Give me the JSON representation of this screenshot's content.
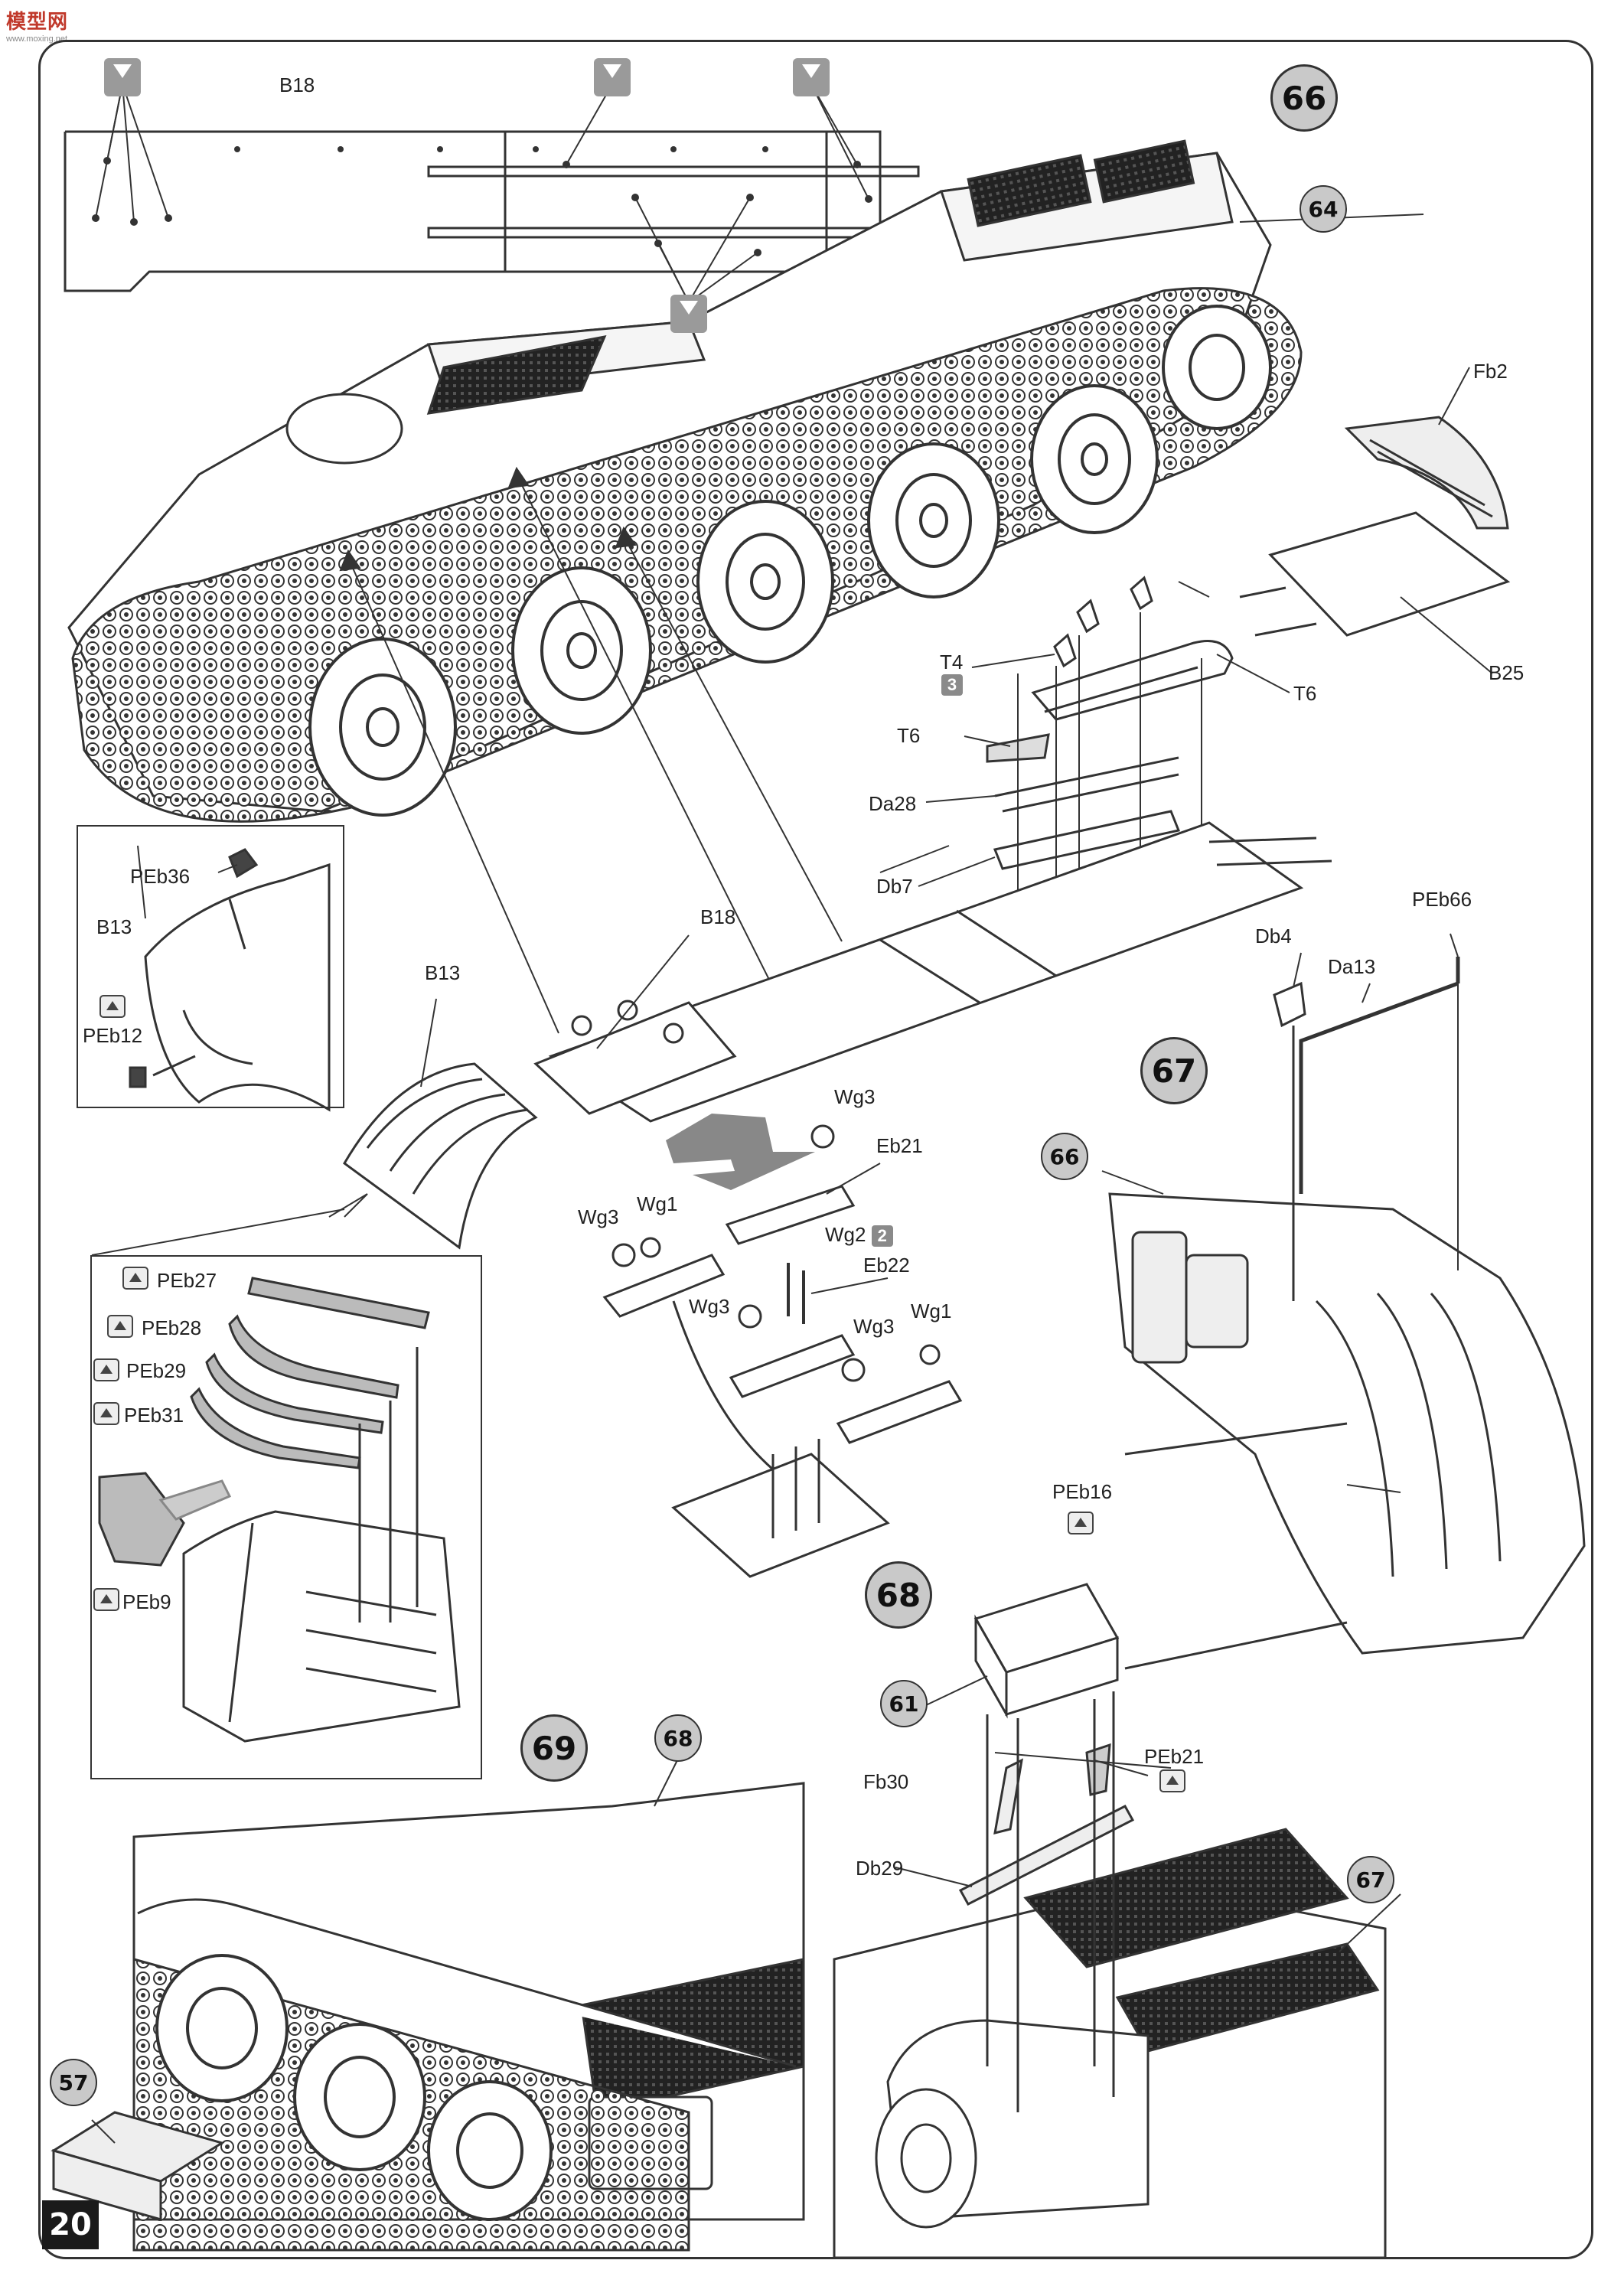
{
  "watermark": {
    "brand": "模型网",
    "url": "www.moxing.net"
  },
  "steps": {
    "s66": "66",
    "s67": "67",
    "s68": "68",
    "s69": "69"
  },
  "refs": {
    "r64": "64",
    "r66": "66",
    "r61": "61",
    "r68": "68",
    "r67": "67",
    "r57": "57"
  },
  "labels": {
    "b18_top": "B18",
    "fb2": "Fb2",
    "b25": "B25",
    "t4": "T4",
    "t4_count": "3",
    "t6_right": "T6",
    "t6_left": "T6",
    "da28": "Da28",
    "db7": "Db7",
    "b18_mid": "B18",
    "peb36": "PEb36",
    "b13_inset": "B13",
    "peb12": "PEb12",
    "b13_main": "B13",
    "wg3_top": "Wg3",
    "eb21": "Eb21",
    "wg3_left": "Wg3",
    "wg1_left": "Wg1",
    "wg2": "Wg2",
    "wg2_count": "2",
    "eb22": "Eb22",
    "wg3_mid": "Wg3",
    "wg3_right": "Wg3",
    "wg1_right": "Wg1",
    "peb27": "PEb27",
    "peb28": "PEb28",
    "peb29": "PEb29",
    "peb31": "PEb31",
    "peb9": "PEb9",
    "db4": "Db4",
    "da13": "Da13",
    "peb66": "PEb66",
    "peb16": "PEb16",
    "fb30": "Fb30",
    "peb21": "PEb21",
    "db29": "Db29"
  },
  "page_number": "20"
}
